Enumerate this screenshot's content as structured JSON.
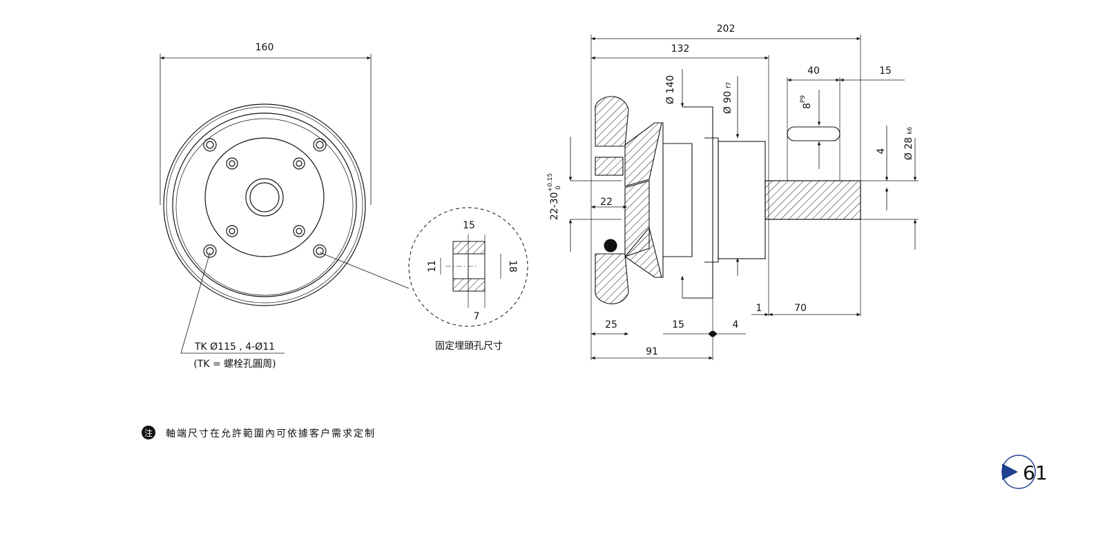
{
  "front_view": {
    "width_dim": "160",
    "bolt_circle_note": "TK Ø115 , 4-Ø11",
    "bolt_circle_def": "(TK = 螺栓孔圓周)"
  },
  "detail_view": {
    "dim_top": "15",
    "dim_left": "11",
    "dim_right": "18",
    "dim_bottom": "7",
    "caption": "固定埋頭孔尺寸"
  },
  "side_view": {
    "dim_overall": "202",
    "dim_132": "132",
    "dim_40": "40",
    "dim_15_top": "15",
    "dia_140": "Ø 140",
    "dia_90": "Ø 90",
    "dia_90_tol": "f7",
    "key_width": "8",
    "key_width_tol": "P9",
    "dim_4_key": "4",
    "dia_28": "Ø 28",
    "dia_28_tol": "k6",
    "bore": "22-30",
    "bore_tol_upper": "+0.15",
    "bore_tol_lower": "0",
    "dim_22": "22",
    "dim_1": "1",
    "dim_70": "70",
    "dim_25": "25",
    "dim_15_bottom": "15",
    "dim_4_bottom": "4",
    "dim_91": "91"
  },
  "note": {
    "icon_char": "注",
    "text": "軸端尺寸在允許範圍內可依據客户需求定制"
  },
  "page_number": "61",
  "colors": {
    "line": "#111111",
    "badge_ring": "#1f3f8f",
    "badge_arrow": "#1f3f8f"
  }
}
